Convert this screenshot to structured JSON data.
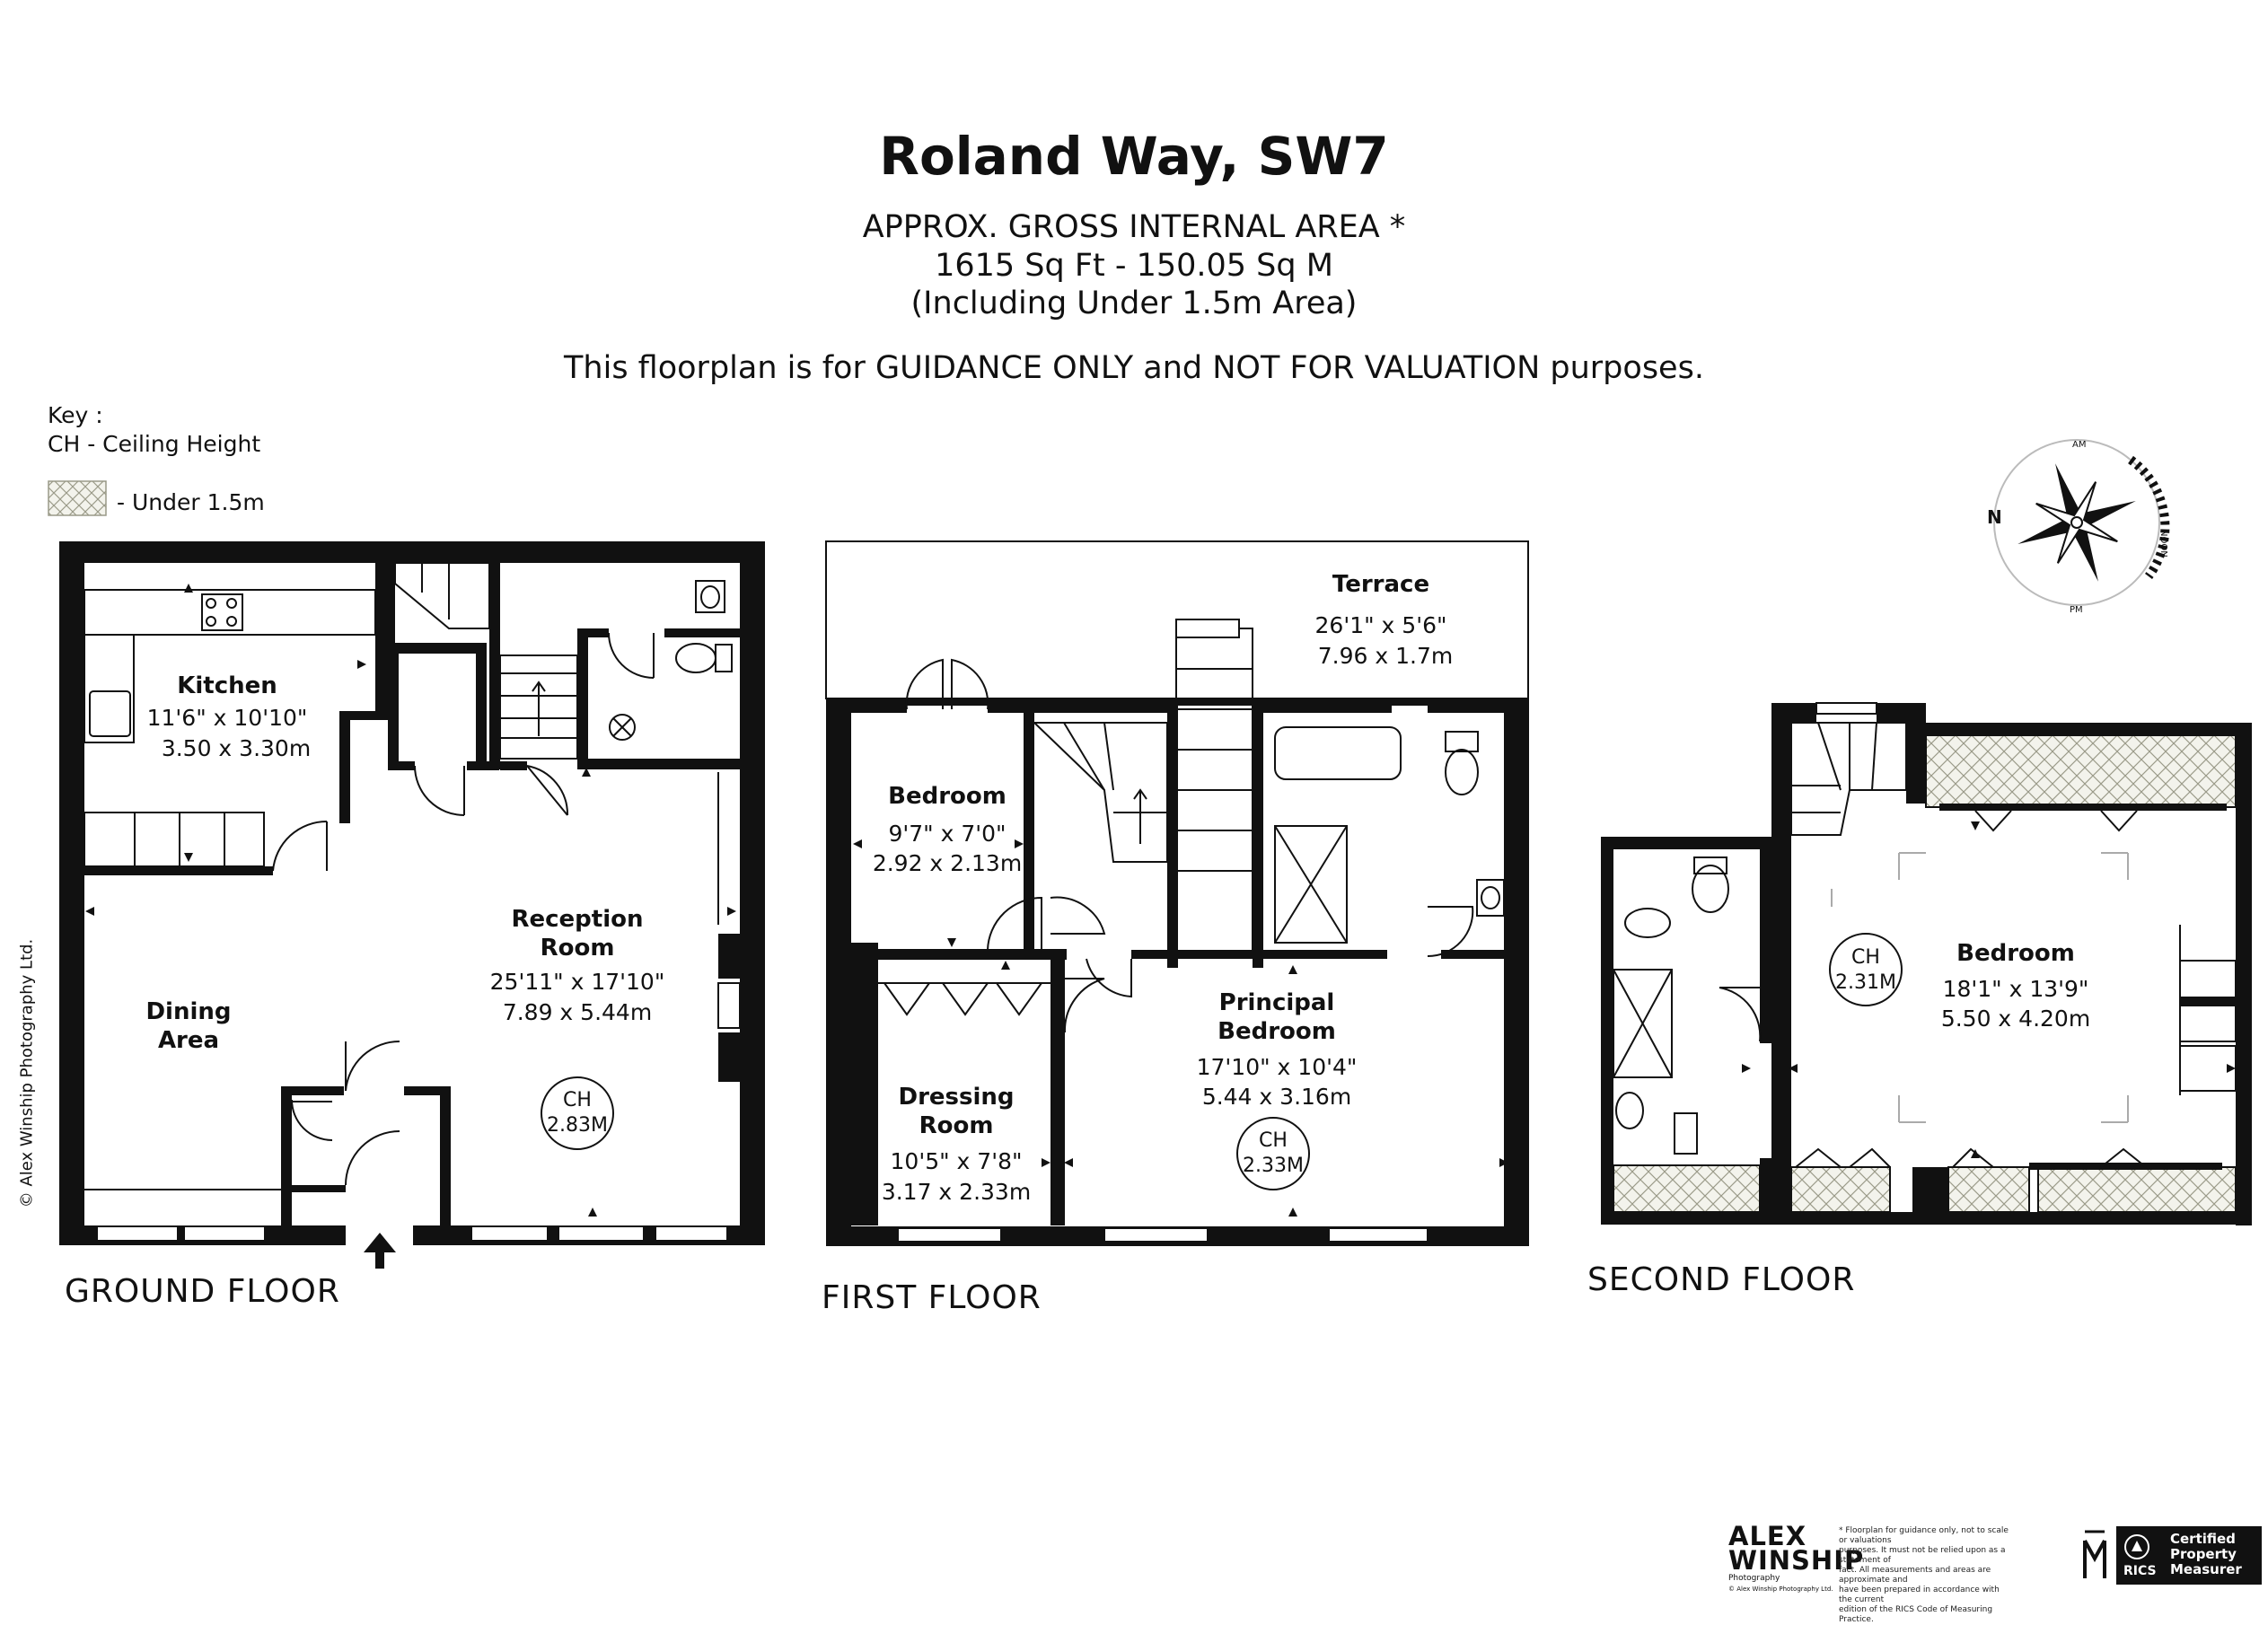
{
  "header": {
    "title": "Roland Way, SW7",
    "area_line1": "APPROX. GROSS INTERNAL  AREA *",
    "area_line2": "1615 Sq Ft  -  150.05 Sq M",
    "area_line3": "(Including Under 1.5m Area)",
    "disclaimer": "This floorplan is for GUIDANCE ONLY and NOT FOR VALUATION purposes."
  },
  "key": {
    "title": "Key :",
    "ch": "CH - Ceiling Height",
    "under": "- Under 1.5m"
  },
  "copyright": "© Alex Winship Photography Ltd.",
  "compass": {
    "n": "N",
    "top": "AM",
    "right": "NOON",
    "bottom": "PM"
  },
  "floors": {
    "ground": {
      "label": "GROUND FLOOR",
      "kitchen": {
        "name": "Kitchen",
        "imperial": "11'6\" x 10'10\"",
        "metric": "3.50 x 3.30m"
      },
      "dining": {
        "name1": "Dining",
        "name2": "Area"
      },
      "reception": {
        "name1": "Reception",
        "name2": "Room",
        "imperial": "25'11\" x 17'10\"",
        "metric": "7.89 x 5.44m",
        "ch1": "CH",
        "ch2": "2.83M"
      }
    },
    "first": {
      "label": "FIRST FLOOR",
      "terrace": {
        "name": "Terrace",
        "imperial": "26'1\" x 5'6\"",
        "metric": "7.96 x 1.7m"
      },
      "bedroom": {
        "name": "Bedroom",
        "imperial": "9'7\" x 7'0\"",
        "metric": "2.92 x 2.13m"
      },
      "principal": {
        "name1": "Principal",
        "name2": "Bedroom",
        "imperial": "17'10\" x 10'4\"",
        "metric": "5.44 x 3.16m",
        "ch1": "CH",
        "ch2": "2.33M"
      },
      "dressing": {
        "name1": "Dressing",
        "name2": "Room",
        "imperial": "10'5\" x 7'8\"",
        "metric": "3.17 x 2.33m"
      }
    },
    "second": {
      "label": "SECOND FLOOR",
      "bedroom": {
        "name": "Bedroom",
        "imperial": "18'1\" x 13'9\"",
        "metric": "5.50 x 4.20m",
        "ch1": "CH",
        "ch2": "2.31M"
      }
    }
  },
  "footer": {
    "brand1": "ALEX",
    "brand2": "WINSHIP",
    "brand3": "Photography",
    "brand4": "© Alex Winship Photography Ltd.",
    "note1": "* Floorplan for guidance only, not to scale or valuations",
    "note2": "purposes. It must not be relied upon as a statement of",
    "note3": "fact. All measurements and areas are approximate and",
    "note4": "have been prepared in accordance with the current",
    "note5": "edition of the RICS Code of Measuring Practice.",
    "rics": "RICS",
    "cert1": "Certified",
    "cert2": "Property",
    "cert3": "Measurer"
  }
}
